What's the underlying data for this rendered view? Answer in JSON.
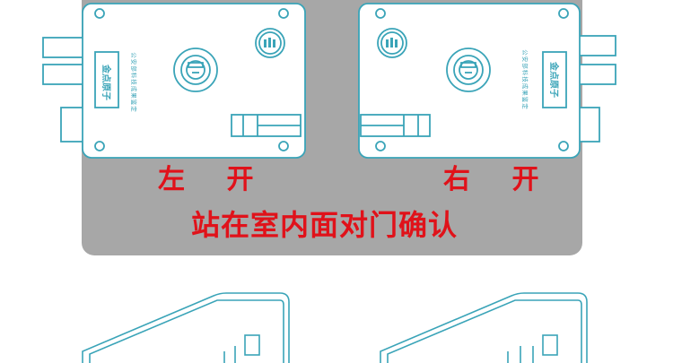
{
  "labels": {
    "left_open": "左 开",
    "right_open": "右 开",
    "instruction": "站在室内面对门确认"
  },
  "brand": {
    "name": "金点原子",
    "tagline": "公安部科技成果鉴定"
  },
  "colors": {
    "outline": "#3aa4b8",
    "label_red": "#e0121a",
    "panel_gray": "#a7a7a7",
    "lock_body": "#ffffff"
  }
}
